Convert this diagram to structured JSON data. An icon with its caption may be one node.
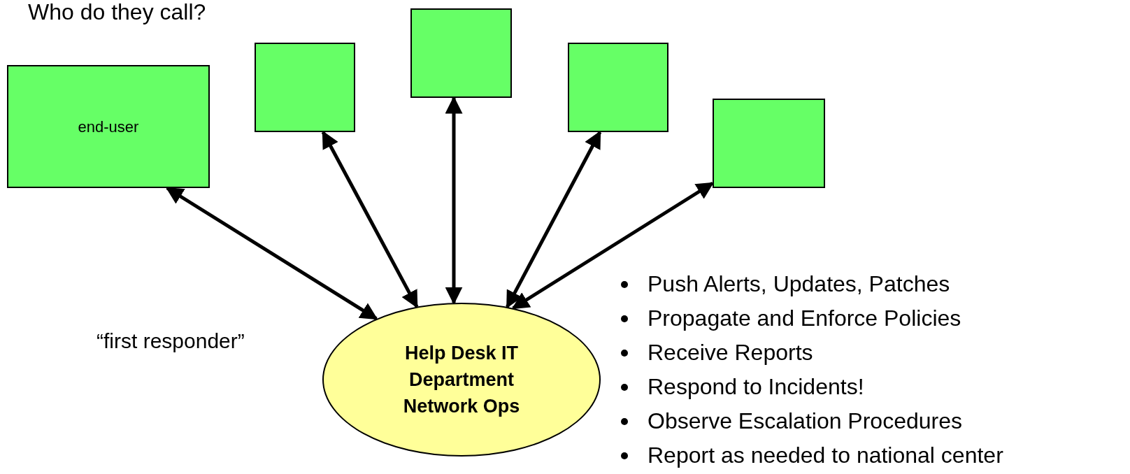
{
  "diagram": {
    "title": "Who do they call?",
    "nodes": [
      {
        "text": [
          "end-user"
        ]
      },
      {
        "text": [],
        "shape": "box"
      },
      {
        "text": [],
        "shape": "box"
      },
      {
        "text": [],
        "shape": "box"
      },
      {
        "text": [],
        "shape": "box"
      },
      {
        "text": [
          "Help Desk IT Department Network Ops"
        ],
        "beside": [
          "“first responder”"
        ]
      }
    ],
    "edges": [
      {
        "from": 5,
        "to": 0,
        "arrow": "both"
      },
      {
        "from": 5,
        "to": 1,
        "arrow": "both"
      },
      {
        "from": 5,
        "to": 2,
        "arrow": "both"
      },
      {
        "from": 5,
        "to": 3,
        "arrow": "both"
      },
      {
        "from": 5,
        "to": 4,
        "arrow": "both"
      }
    ],
    "labels": [
      "Push Alerts, Updates, Patches",
      "Propagate and Enforce Policies",
      "Receive Reports",
      "Respond to Incidents!",
      "Observe Escalation Procedures",
      "Report as needed to national center"
    ]
  }
}
